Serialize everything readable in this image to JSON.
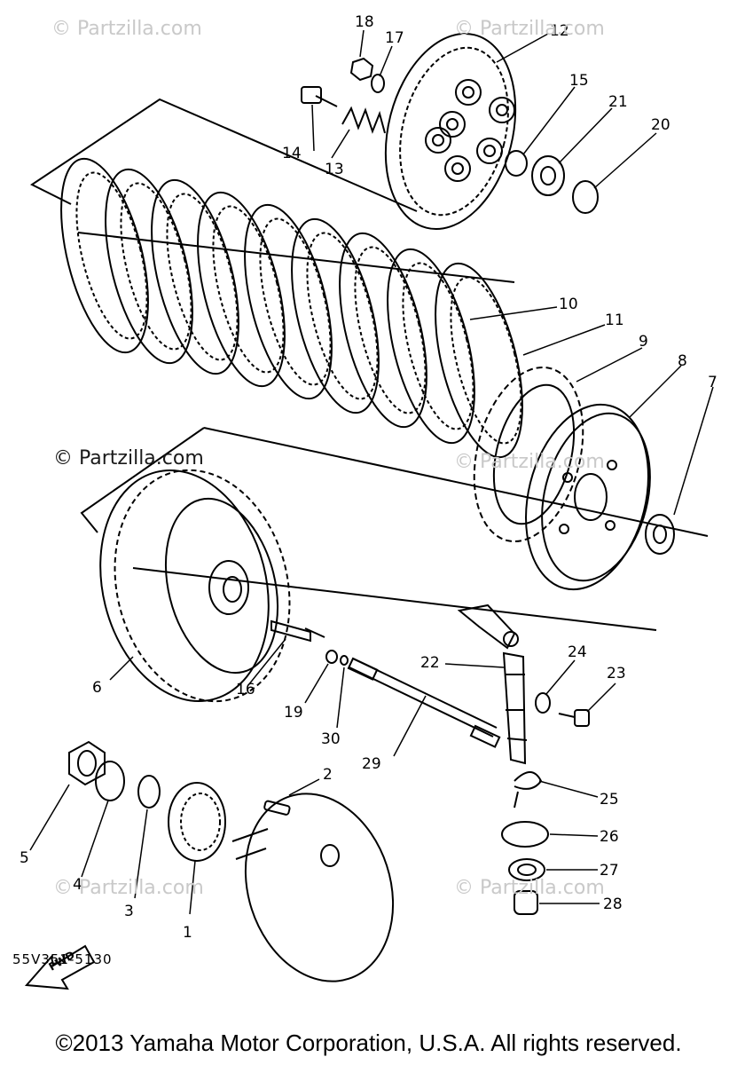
{
  "watermarks": {
    "top_left": "© Partzilla.com",
    "top_right": "© Partzilla.com",
    "middle_left": "© Partzilla.com",
    "middle_center": "© Partzilla.com",
    "bottom_left": "© Partzilla.com",
    "bottom_right": "© Partzilla.com"
  },
  "callouts": [
    {
      "id": "1",
      "text": "1"
    },
    {
      "id": "2",
      "text": "2"
    },
    {
      "id": "3",
      "text": "3"
    },
    {
      "id": "4",
      "text": "4"
    },
    {
      "id": "5",
      "text": "5"
    },
    {
      "id": "6",
      "text": "6"
    },
    {
      "id": "7",
      "text": "7"
    },
    {
      "id": "8",
      "text": "8"
    },
    {
      "id": "9",
      "text": "9"
    },
    {
      "id": "10",
      "text": "10"
    },
    {
      "id": "11",
      "text": "11"
    },
    {
      "id": "12",
      "text": "12"
    },
    {
      "id": "13",
      "text": "13"
    },
    {
      "id": "14",
      "text": "14"
    },
    {
      "id": "15",
      "text": "15"
    },
    {
      "id": "16",
      "text": "16"
    },
    {
      "id": "17",
      "text": "17"
    },
    {
      "id": "18",
      "text": "18"
    },
    {
      "id": "19",
      "text": "19"
    },
    {
      "id": "20",
      "text": "20"
    },
    {
      "id": "21",
      "text": "21"
    },
    {
      "id": "22",
      "text": "22"
    },
    {
      "id": "23",
      "text": "23"
    },
    {
      "id": "24",
      "text": "24"
    },
    {
      "id": "25",
      "text": "25"
    },
    {
      "id": "26",
      "text": "26"
    },
    {
      "id": "27",
      "text": "27"
    },
    {
      "id": "28",
      "text": "28"
    },
    {
      "id": "29",
      "text": "29"
    },
    {
      "id": "30",
      "text": "30"
    }
  ],
  "fwd_arrow": "FWD",
  "diagram_code": "55V351-5130",
  "copyright": "©2013 Yamaha Motor Corporation, U.S.A. All rights reserved."
}
